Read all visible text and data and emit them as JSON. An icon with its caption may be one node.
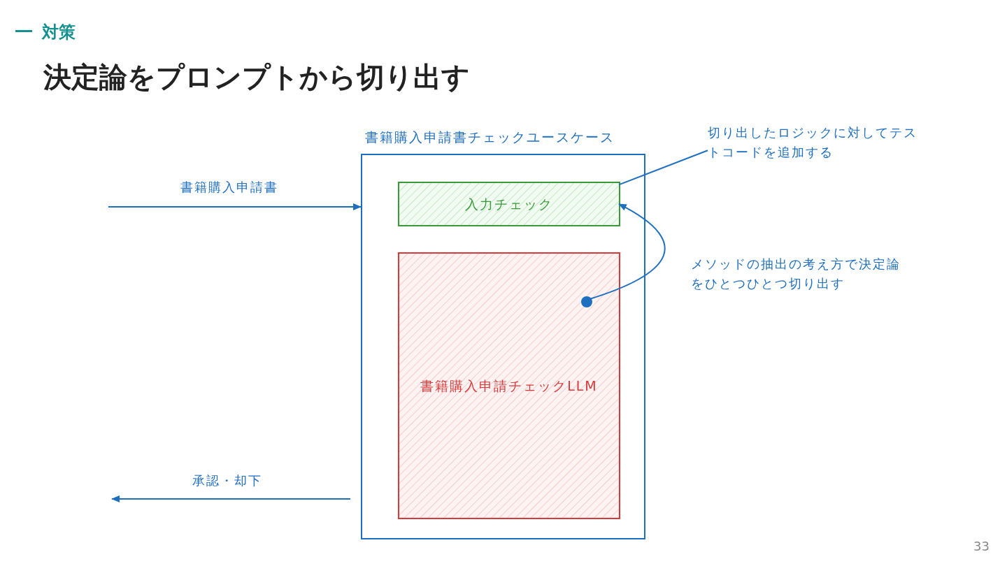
{
  "diagram": {
    "title": "決定論をプロンプトから切り出す",
    "nodes": [
      {
        "text": [
          "書籍購入申請書チェックユースケース"
        ]
      },
      {
        "text": [
          "入力チェック"
        ],
        "in": 0
      },
      {
        "text": [
          "書籍購入申請チェックLLM"
        ],
        "in": 0
      },
      {
        "text": [
          "切り出したロジックに対してテストコードを追加する"
        ]
      },
      {
        "text": [],
        "shape": "circle",
        "in": 2
      }
    ],
    "edges": [
      {
        "from": null,
        "to": 0,
        "arrow": "to",
        "label": "書籍購入申請書"
      },
      {
        "from": 0,
        "to": null,
        "arrow": "to",
        "label": "承認・却下"
      },
      {
        "from": 3,
        "to": 1,
        "arrow": "none"
      },
      {
        "from": 4,
        "to": 1,
        "arrow": "to"
      }
    ],
    "labels": [
      "対策",
      "メソッドの抽出の考え方で決定論をひとつひとつ切り出す",
      "33"
    ]
  }
}
